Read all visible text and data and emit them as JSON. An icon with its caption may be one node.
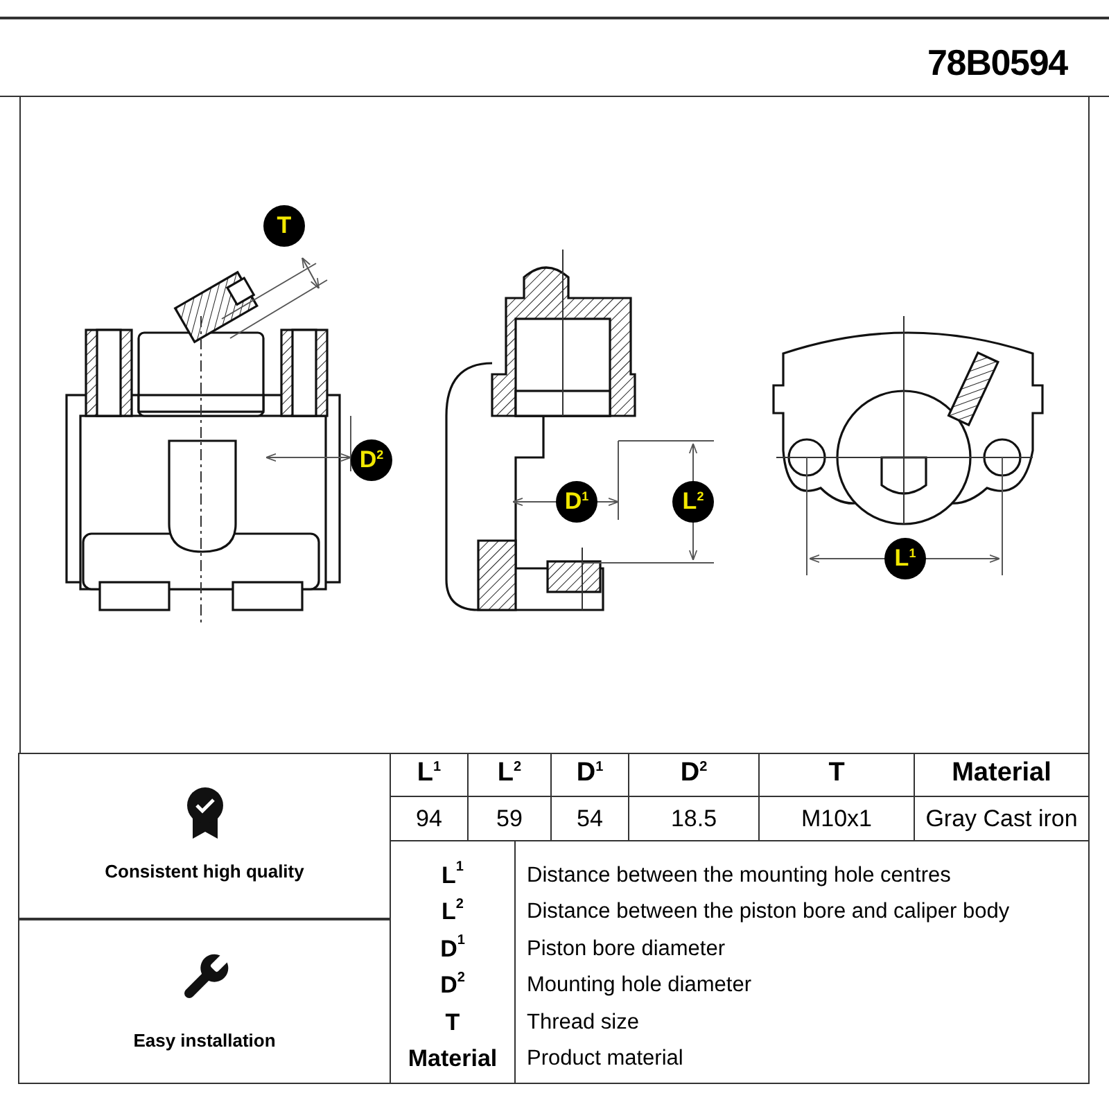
{
  "diagram": {
    "labels": [
      "78B0594",
      "T",
      "D$^{2}$",
      "D$^{1}$",
      "L$^{2}$",
      "L$^{1}$",
      "L$^{1}$",
      "L$^{2}$",
      "D$^{1}$",
      "D$^{2}$",
      "T",
      "Material",
      "94",
      "59",
      "54",
      "18.5",
      "M10x1",
      "Gray Cast iron",
      "Consistent high quality",
      "L$^{1}$",
      "Distance between the mounting hole centres",
      "L$^{2}$",
      "Distance between the piston bore and caliper body",
      "D$^{1}$",
      "Piston bore diameter",
      "D$^{2}$",
      "Mounting hole diameter",
      "T",
      "Thread size",
      "Material",
      "Product material",
      "Easy installation"
    ]
  }
}
